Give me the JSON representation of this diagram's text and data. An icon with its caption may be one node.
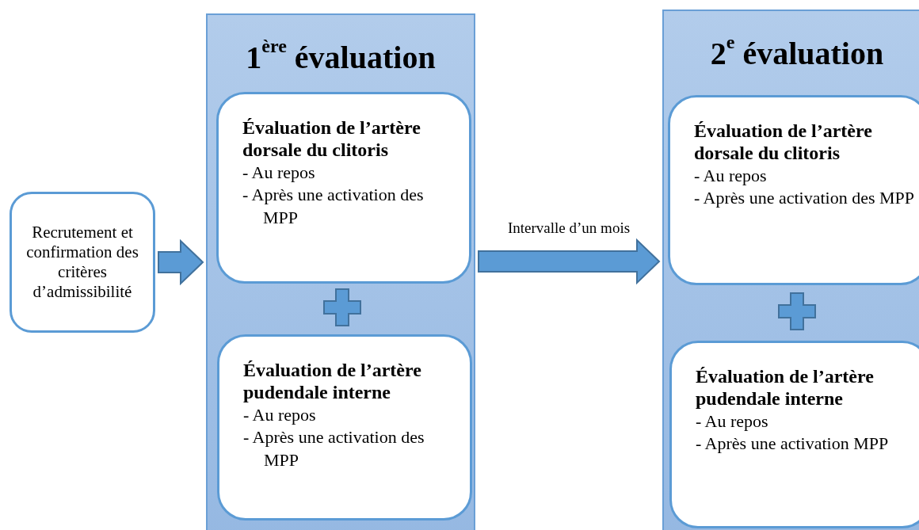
{
  "diagram": {
    "nodes": [
      {
        "text": [
          "Recrutement et confirmation des critères d’admissibilité"
        ]
      },
      {
        "text": [
          "1$^{ère}$ évaluation"
        ]
      },
      {
        "text": [
          "Évaluation de l’artère dorsale du clitoris",
          "- Au repos",
          "- Après une activation des MPP"
        ],
        "in": 1
      },
      {
        "text": [
          "Évaluation de l’artère pudendale interne",
          "- Au repos",
          "- Après une activation des MPP"
        ],
        "in": 1
      },
      {
        "text": [
          "2$^{e}$ évaluation"
        ]
      },
      {
        "text": [
          "Évaluation de l’artère dorsale du clitoris",
          "- Au repos",
          "- Après une activation des MPP"
        ],
        "in": 4
      },
      {
        "text": [
          "Évaluation de l’artère pudendale interne",
          "- Au repos",
          "- Après une activation MPP"
        ],
        "in": 4
      }
    ],
    "edges": [
      {
        "from": 0,
        "to": 1,
        "arrow": "to",
        "style": "thick"
      },
      {
        "from": 1,
        "to": 4,
        "arrow": "to",
        "style": "thick",
        "label": "Intervalle d’un mois"
      }
    ]
  }
}
